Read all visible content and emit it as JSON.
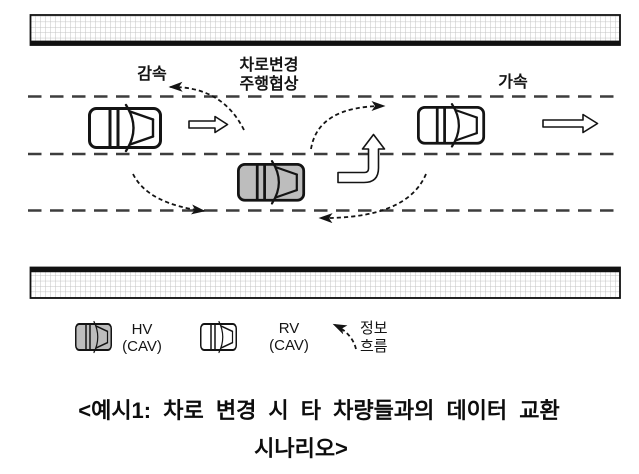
{
  "figure": {
    "road": {
      "label_decelerate": "감속",
      "label_lane_change_line1": "차로변경",
      "label_lane_change_line2": "주행협상",
      "label_accelerate": "가속"
    },
    "legend": {
      "hv": {
        "line1": "HV",
        "line2": "(CAV)"
      },
      "rv": {
        "line1": "RV",
        "line2": "(CAV)"
      },
      "info_flow": {
        "line1": "정보",
        "line2": "흐름"
      }
    },
    "colors": {
      "hv_fill": "#bdbdbd",
      "rv_fill": "#ffffff",
      "ink": "#141414",
      "lane_line": "#3d3d3d",
      "hatch_line": "#c3c3c3"
    }
  },
  "caption": {
    "line1": "<예시1: 차로 변경 시 타 차량들과의 데이터 교환",
    "line2": "시나리오>"
  }
}
